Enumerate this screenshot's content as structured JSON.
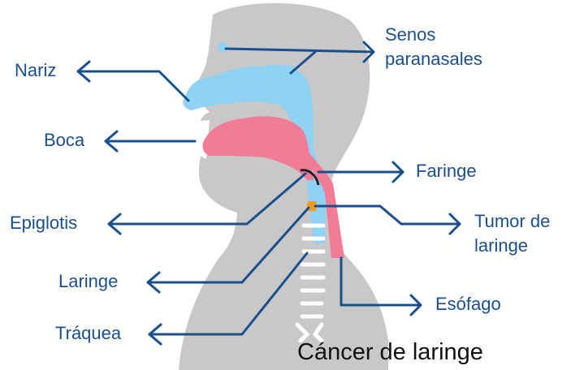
{
  "labels": {
    "nariz": "Nariz",
    "boca": "Boca",
    "epiglotis": "Epiglotis",
    "laringe": "Laringe",
    "traquea": "Tráquea",
    "senos_line1": "Senos",
    "senos_line2": "paranasales",
    "faringe": "Faringe",
    "tumor_line1": "Tumor de",
    "tumor_line2": "laringe",
    "esofago": "Esófago"
  },
  "caption": "Cáncer de laringe",
  "colors": {
    "label_blue": "#1b4f8c",
    "silhouette_gray": "#c8c8c8",
    "airway_blue": "#8fd2f4",
    "esophagus_pink": "#f27b96",
    "tumor_orange": "#f49a1e"
  }
}
